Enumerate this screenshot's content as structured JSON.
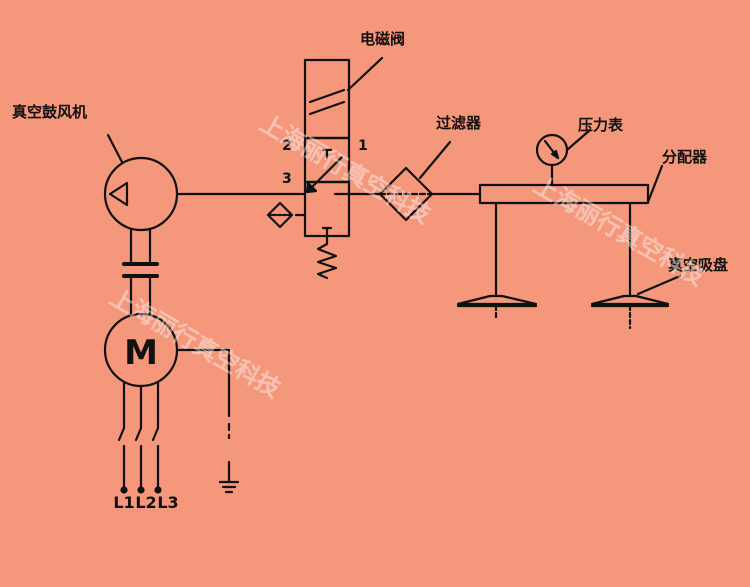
{
  "labels": {
    "solenoid_valve": "电磁阀",
    "vacuum_blower": "真空鼓风机",
    "filter": "过滤器",
    "pressure_gauge": "压力表",
    "distributor": "分配器",
    "suction_cup": "真空吸盘"
  },
  "motor": {
    "symbol": "M"
  },
  "terminals": [
    "L1",
    "L2",
    "L3"
  ],
  "valve_ports": {
    "p1": "1",
    "p2": "2",
    "p3": "3"
  },
  "watermark": "上海丽行真空科技",
  "colors": {
    "background": "#f4977b",
    "line": "#111111"
  }
}
